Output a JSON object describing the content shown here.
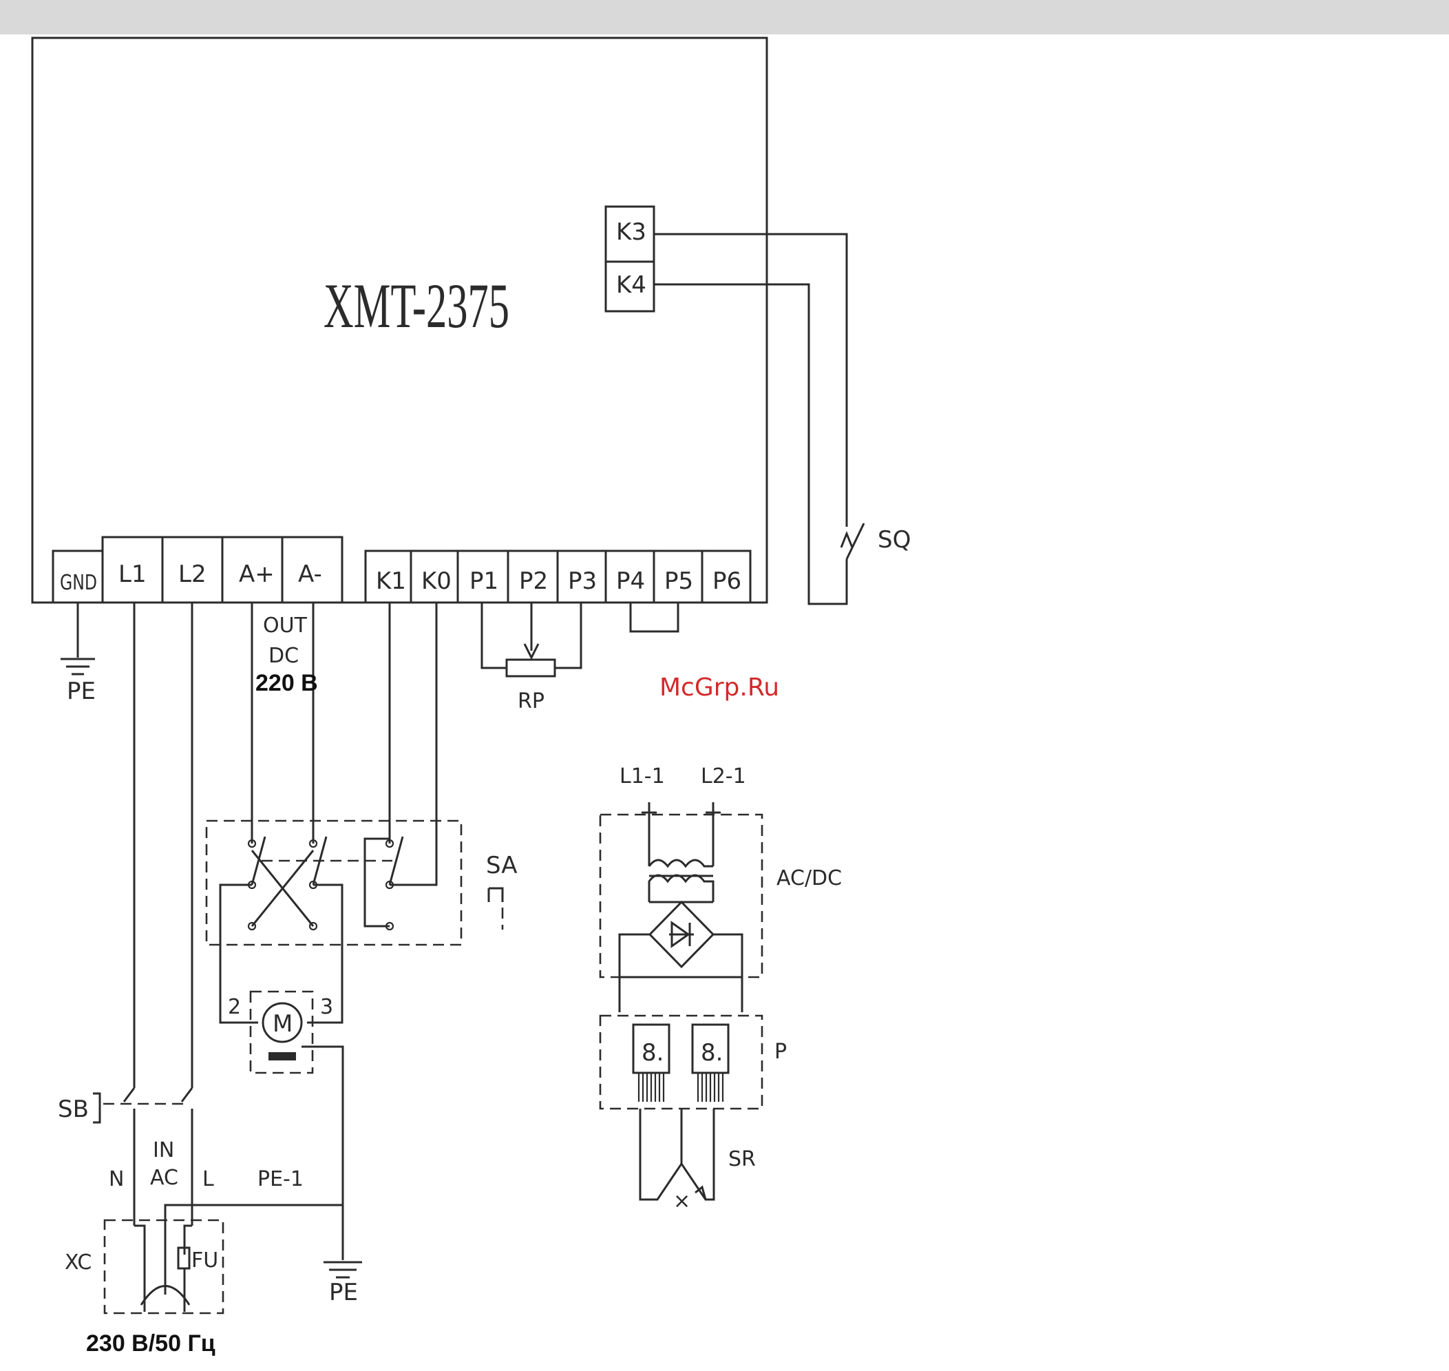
{
  "device": {
    "model": "XMT-2375"
  },
  "terminals": {
    "bottom_row": [
      "GND",
      "L1",
      "L2",
      "A+",
      "A-",
      "K1",
      "K0",
      "P1",
      "P2",
      "P3",
      "P4",
      "P5",
      "P6"
    ],
    "side": [
      "K3",
      "K4"
    ]
  },
  "labels": {
    "out": "OUT",
    "dc": "DC",
    "dc_voltage": "220 В",
    "pe_top": "PE",
    "rp": "RP",
    "sq": "SQ",
    "sa": "SA",
    "l1_1": "L1-1",
    "l2_1": "L2-1",
    "acdc": "AC/DC",
    "p": "P",
    "sr": "SR",
    "sb": "SB",
    "in": "IN",
    "ac": "AC",
    "n": "N",
    "l": "L",
    "pe_1": "PE-1",
    "xc": "XC",
    "fu": "FU",
    "pe_bottom": "PE",
    "motor": "M",
    "motor_pin2": "2",
    "motor_pin3": "3",
    "display1": "8.",
    "display2": "8.",
    "cross": "×",
    "supply": "230 В/50 Гц"
  },
  "watermark": "McGrp.Ru"
}
